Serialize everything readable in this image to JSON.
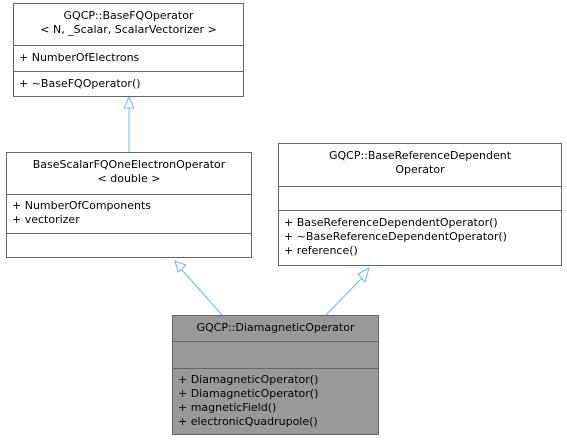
{
  "classes": {
    "base_fq_operator": {
      "title_lines": [
        "GQCP::BaseFQOperator",
        "< N, _Scalar, ScalarVectorizer >"
      ],
      "attributes": [
        "+ NumberOfElectrons"
      ],
      "methods": [
        "+ ~BaseFQOperator()"
      ]
    },
    "base_scalar": {
      "title_lines": [
        "BaseScalarFQOneElectronOperator",
        "< double >"
      ],
      "attributes": [
        "+ NumberOfComponents",
        "+ vectorizer"
      ],
      "methods": []
    },
    "base_reference": {
      "title_lines": [
        "GQCP::BaseReferenceDependent",
        "Operator"
      ],
      "attributes": [],
      "methods": [
        "+ BaseReferenceDependentOperator()",
        "+ ~BaseReferenceDependentOperator()",
        "+ reference()"
      ]
    },
    "diamagnetic": {
      "title_lines": [
        "GQCP::DiamagneticOperator"
      ],
      "attributes": [],
      "methods": [
        "+ DiamagneticOperator()",
        "+ DiamagneticOperator()",
        "+ magneticField()",
        "+ electronicQuadrupole()"
      ]
    }
  },
  "colors": {
    "edge": "#63b8ff",
    "border": "#666666",
    "highlight_fill": "#999999"
  }
}
